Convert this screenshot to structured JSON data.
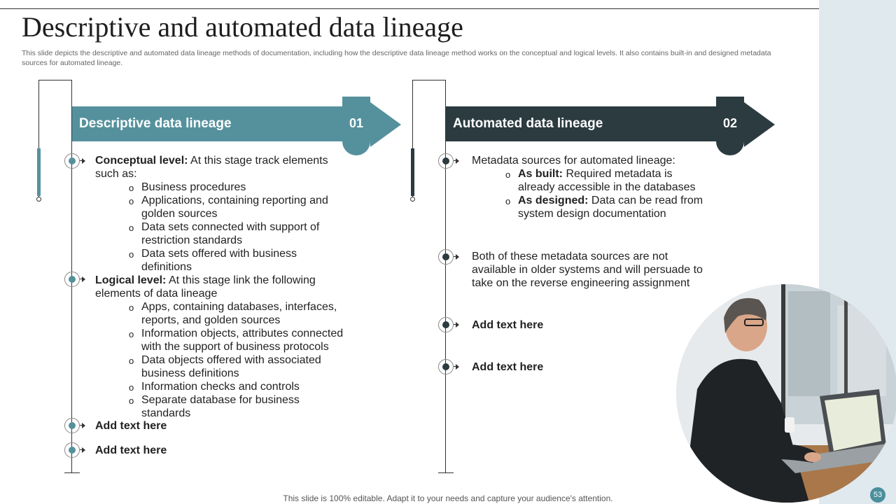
{
  "title": "Descriptive and automated data lineage",
  "subtitle": "This slide depicts the descriptive and automated data lineage methods of documentation, including how the descriptive data lineage method works on the conceptual and logical levels. It also contains built-in and designed metadata sources for automated lineage.",
  "colors": {
    "teal": "#55919d",
    "dark": "#2b3b40",
    "side_strip": "#dfe9ee"
  },
  "left": {
    "heading": "Descriptive data lineage",
    "number": "01",
    "items": [
      {
        "label": "Conceptual level:",
        "text": "At this stage track elements such as:",
        "bullets": [
          "Business procedures",
          "Applications, containing reporting and golden sources",
          "Data sets connected with support of restriction standards",
          "Data sets offered with business definitions"
        ]
      },
      {
        "label": "Logical level:",
        "text": "At this stage link the following elements of data lineage",
        "bullets": [
          "Apps, containing databases, interfaces, reports, and golden sources",
          "Information objects, attributes connected with the support of business protocols",
          "Data objects offered with associated business definitions",
          "Information checks and controls",
          "Separate database for business standards"
        ]
      },
      {
        "label": "Add text here"
      },
      {
        "label": "Add text here"
      }
    ]
  },
  "right": {
    "heading": "Automated data lineage",
    "number": "02",
    "items": [
      {
        "text": "Metadata sources for automated lineage:",
        "bullets": [
          {
            "label": "As built:",
            "text": "Required metadata is already accessible in the databases"
          },
          {
            "label": "As designed:",
            "text": "Data can be read from system design documentation"
          }
        ]
      },
      {
        "text": "Both of these metadata sources are not available in older systems and will persuade to take on the reverse engineering assignment"
      },
      {
        "label": "Add text here"
      },
      {
        "label": "Add text here"
      }
    ]
  },
  "footer": "This slide is 100% editable. Adapt it to your needs and capture your audience's attention.",
  "page_number": "53"
}
